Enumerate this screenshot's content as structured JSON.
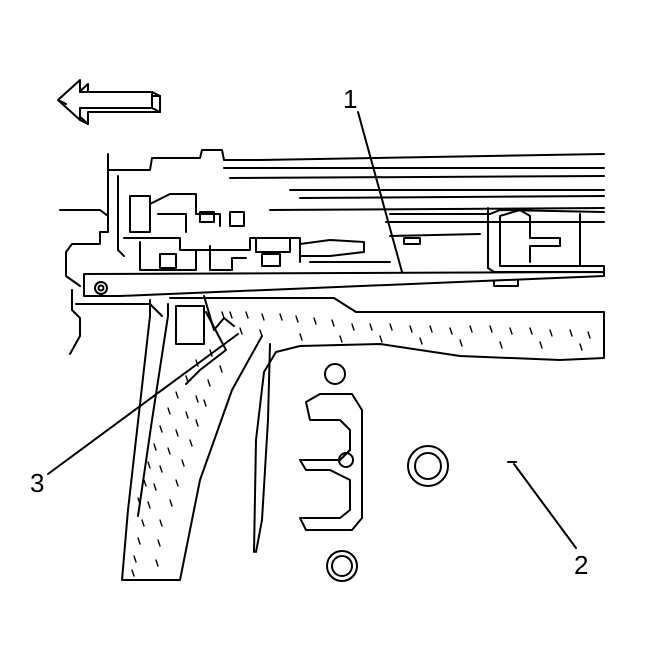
{
  "callouts": {
    "one": "1",
    "two": "2",
    "three": "3"
  },
  "colors": {
    "line": "#000000",
    "background": "#ffffff"
  },
  "icons": {
    "direction_arrow": "arrow-left-icon"
  }
}
